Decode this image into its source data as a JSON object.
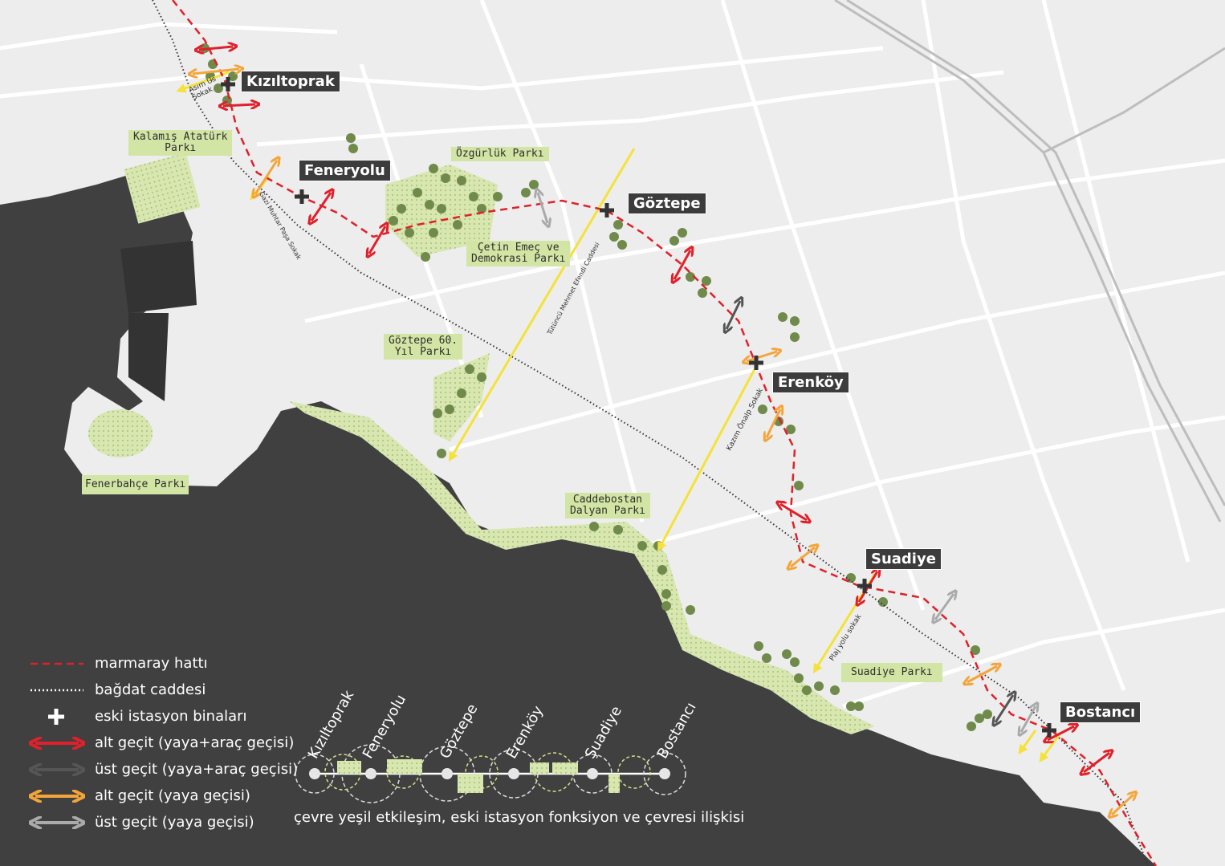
{
  "colors": {
    "sea": "#404040",
    "land": "#ededed",
    "road": "#ffffff",
    "marmaray": "#e0202a",
    "park": "#d3e5a4",
    "tree": "#6f8a4a",
    "yellow": "#f4e23a",
    "orange": "#f4a53a",
    "darkgray": "#555555",
    "lightgray": "#aaaaaa"
  },
  "stations": [
    "Kızıltoprak",
    "Feneryolu",
    "Göztepe",
    "Erenköy",
    "Suadiye",
    "Bostancı"
  ],
  "parks": [
    "Kalamış Atatürk\nParkı",
    "Özgürlük Parkı",
    "Çetin Emeç ve\nDemokrasi Parkı",
    "Göztepe 60.\nYıl Parkı",
    "Fenerbahçe Parkı",
    "Caddebostan\nDalyan Parkı",
    "Suadiye Parkı"
  ],
  "streets": [
    "Asım Us\nSokak",
    "Gazi Muhtar Paşa Sokak",
    "Tütüncü Mehmet Efendi Caddesi",
    "Kazım Önalp Sokak",
    "Plaj yolu sokak"
  ],
  "legend": [
    {
      "icon": "red-dashed-line",
      "label": "marmaray hattı"
    },
    {
      "icon": "dotted-line",
      "label": "bağdat caddesi"
    },
    {
      "icon": "plus-icon",
      "label": "eski istasyon binaları"
    },
    {
      "icon": "red-double-arrow",
      "label": "alt geçit (yaya+araç geçisi)"
    },
    {
      "icon": "dark-gray-double-arrow",
      "label": "üst geçit (yaya+araç geçisi)"
    },
    {
      "icon": "orange-double-arrow",
      "label": "alt geçit (yaya geçisi)"
    },
    {
      "icon": "light-gray-double-arrow",
      "label": "üst geçit (yaya geçisi)"
    }
  ],
  "diagram": {
    "stations": [
      "Kızıltoprak",
      "Feneryolu",
      "Göztepe",
      "Erenköy",
      "Şuadiye",
      "Bostancı"
    ],
    "caption": "çevre yeşil etkileşim, eski istasyon fonksiyon ve çevresi ilişkisi"
  }
}
